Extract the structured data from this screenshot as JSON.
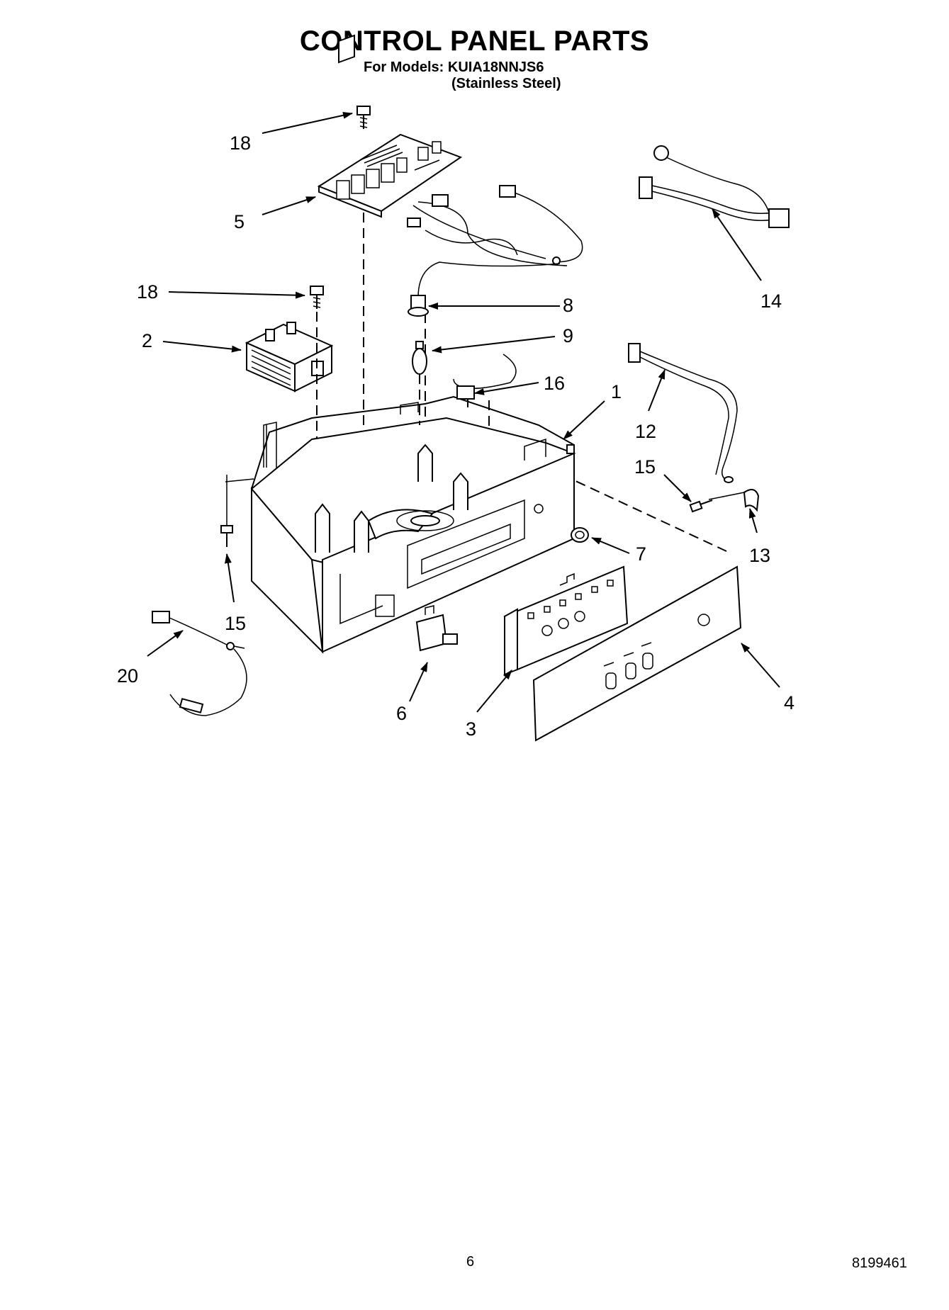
{
  "header": {
    "title": "CONTROL PANEL PARTS",
    "models_line": "For Models: KUIA18NNJS6",
    "finish_line": "(Stainless Steel)"
  },
  "callouts": {
    "c18a": "18",
    "c5": "5",
    "c18b": "18",
    "c2": "2",
    "c8": "8",
    "c9": "9",
    "c16": "16",
    "c1": "1",
    "c14": "14",
    "c12": "12",
    "c15a": "15",
    "c13": "13",
    "c7": "7",
    "c15b": "15",
    "c20": "20",
    "c6": "6",
    "c3": "3",
    "c4": "4"
  },
  "footer": {
    "page_number": "6",
    "document_number": "8199461"
  }
}
